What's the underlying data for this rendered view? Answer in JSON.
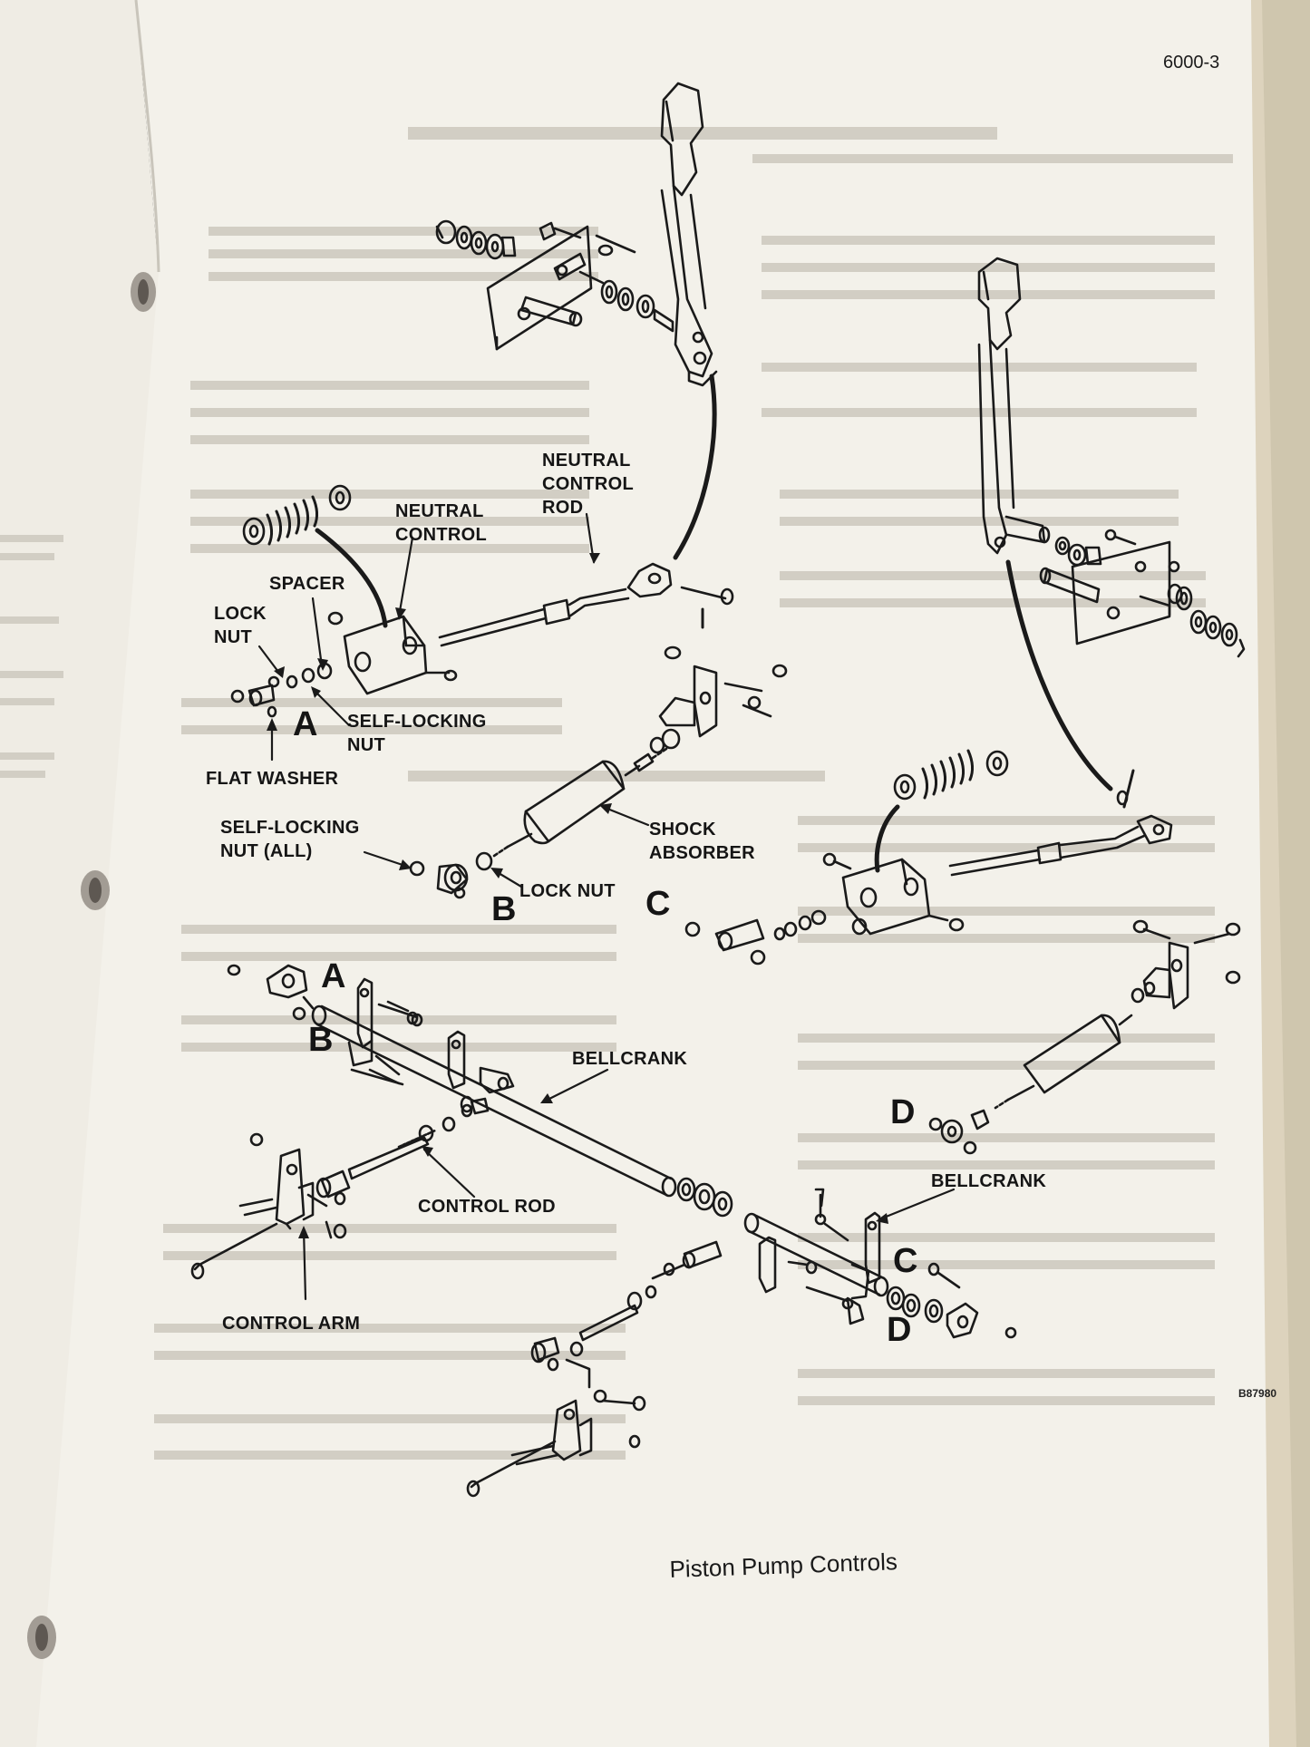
{
  "page": {
    "number": "6000-3",
    "figure_id": "B87980",
    "caption": "Piston Pump Controls"
  },
  "colors": {
    "paper": "#f3f1ea",
    "ink": "#1a1a1a",
    "binder": "#1d1a17",
    "ghost_text": "#b9b6ad"
  },
  "callouts": {
    "neutral_control_rod": "NEUTRAL\nCONTROL\nROD",
    "neutral_control": "NEUTRAL\nCONTROL",
    "spacer": "SPACER",
    "lock_nut_top": "LOCK\nNUT",
    "self_locking_nut": "SELF-LOCKING\nNUT",
    "flat_washer": "FLAT WASHER",
    "self_locking_nut_all": "SELF-LOCKING\nNUT (ALL)",
    "shock_absorber": "SHOCK\nABSORBER",
    "lock_nut": "LOCK NUT",
    "bellcrank_left": "BELLCRANK",
    "bellcrank_right": "BELLCRANK",
    "control_rod": "CONTROL ROD",
    "control_arm": "CONTROL ARM"
  },
  "reference_letters": {
    "a1": "A",
    "b1": "B",
    "c1": "C",
    "a2": "A",
    "b2": "B",
    "d1": "D",
    "c2": "C",
    "d2": "D"
  }
}
